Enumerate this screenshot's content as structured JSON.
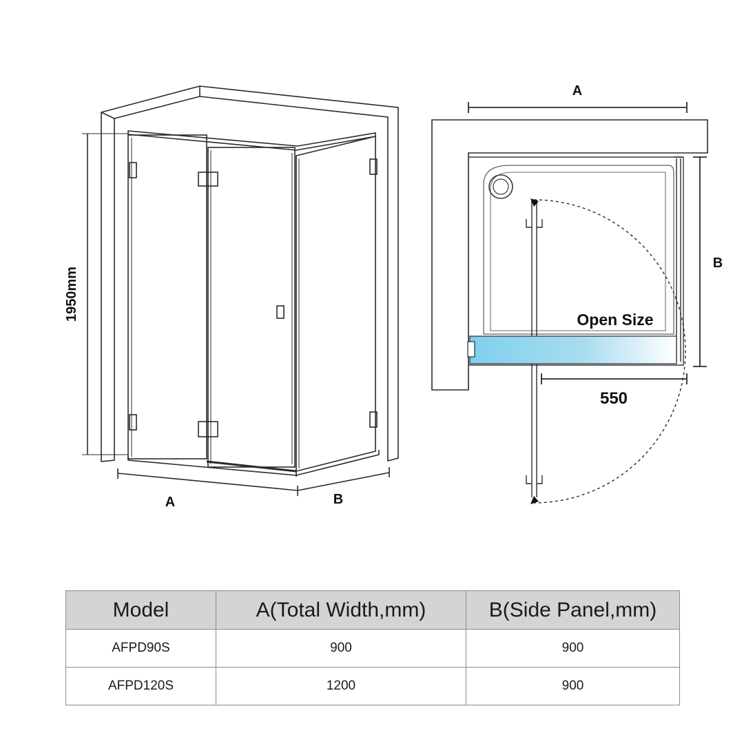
{
  "front_view": {
    "height_label": "1950mm",
    "width_label": "A",
    "depth_label": "B"
  },
  "plan_view": {
    "width_label": "A",
    "depth_label": "B",
    "open_size_label": "Open Size",
    "open_size_value": "550"
  },
  "colors": {
    "line": "#2a2a2a",
    "open_size_gradient_start": "#7fd0ee",
    "open_size_gradient_end": "#ffffff",
    "table_header_bg": "#d4d4d4",
    "table_border": "#8a8a8a"
  },
  "spec_table": {
    "headers": [
      "Model",
      "A(Total Width,mm)",
      "B(Side Panel,mm)"
    ],
    "rows": [
      [
        "AFPD90S",
        "900",
        "900"
      ],
      [
        "AFPD120S",
        "1200",
        "900"
      ]
    ]
  }
}
